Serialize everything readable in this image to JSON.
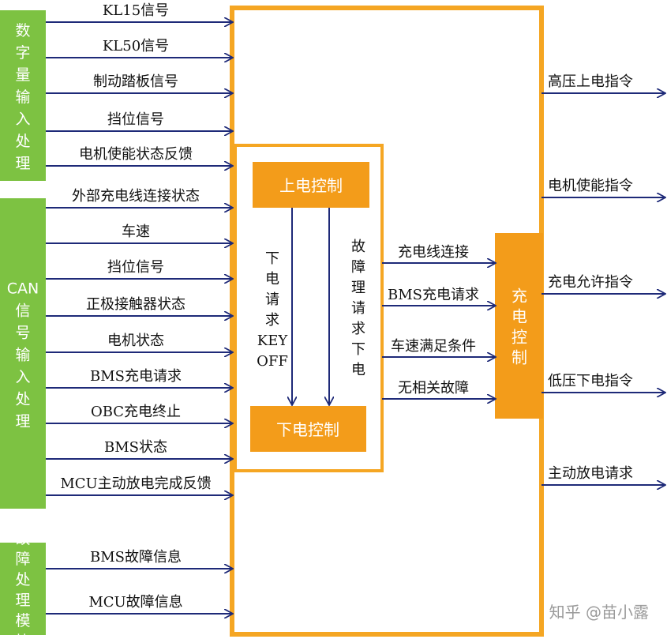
{
  "colors": {
    "green": "#7dc242",
    "orange": "#f39c1a",
    "orange_border": "#f5a623",
    "navy": "#1e2a78",
    "white": "#ffffff",
    "watermark": "#9a9a9a"
  },
  "left_modules": [
    {
      "label": "数字量输入处理"
    },
    {
      "label": "CAN信号输入处理"
    },
    {
      "label": "故障处理模块"
    }
  ],
  "input_signals": {
    "digital": [
      "KL15信号",
      "KL50信号",
      "制动踏板信号",
      "挡位信号",
      "电机使能状态反馈"
    ],
    "can": [
      "外部充电线连接状态",
      "车速",
      "挡位信号",
      "正极接触器状态",
      "电机状态",
      "BMS充电请求",
      "OBC充电终止",
      "BMS状态",
      "MCU主动放电完成反馈"
    ],
    "fault": [
      "BMS故障信息",
      "MCU故障信息"
    ]
  },
  "inner_blocks": {
    "power_on": "上电控制",
    "power_off": "下电控制",
    "charge": "充电控制"
  },
  "inner_transitions": {
    "key_off": "下电请求KEY OFF",
    "fault_off": "故障理请求下电"
  },
  "charge_conditions": [
    "充电线连接",
    "BMS充电请求",
    "车速满足条件",
    "无相关故障"
  ],
  "output_signals": [
    "高压上电指令",
    "电机使能指令",
    "充电允许指令",
    "低压下电指令",
    "主动放电请求"
  ],
  "watermark": "知乎 @苗小露"
}
